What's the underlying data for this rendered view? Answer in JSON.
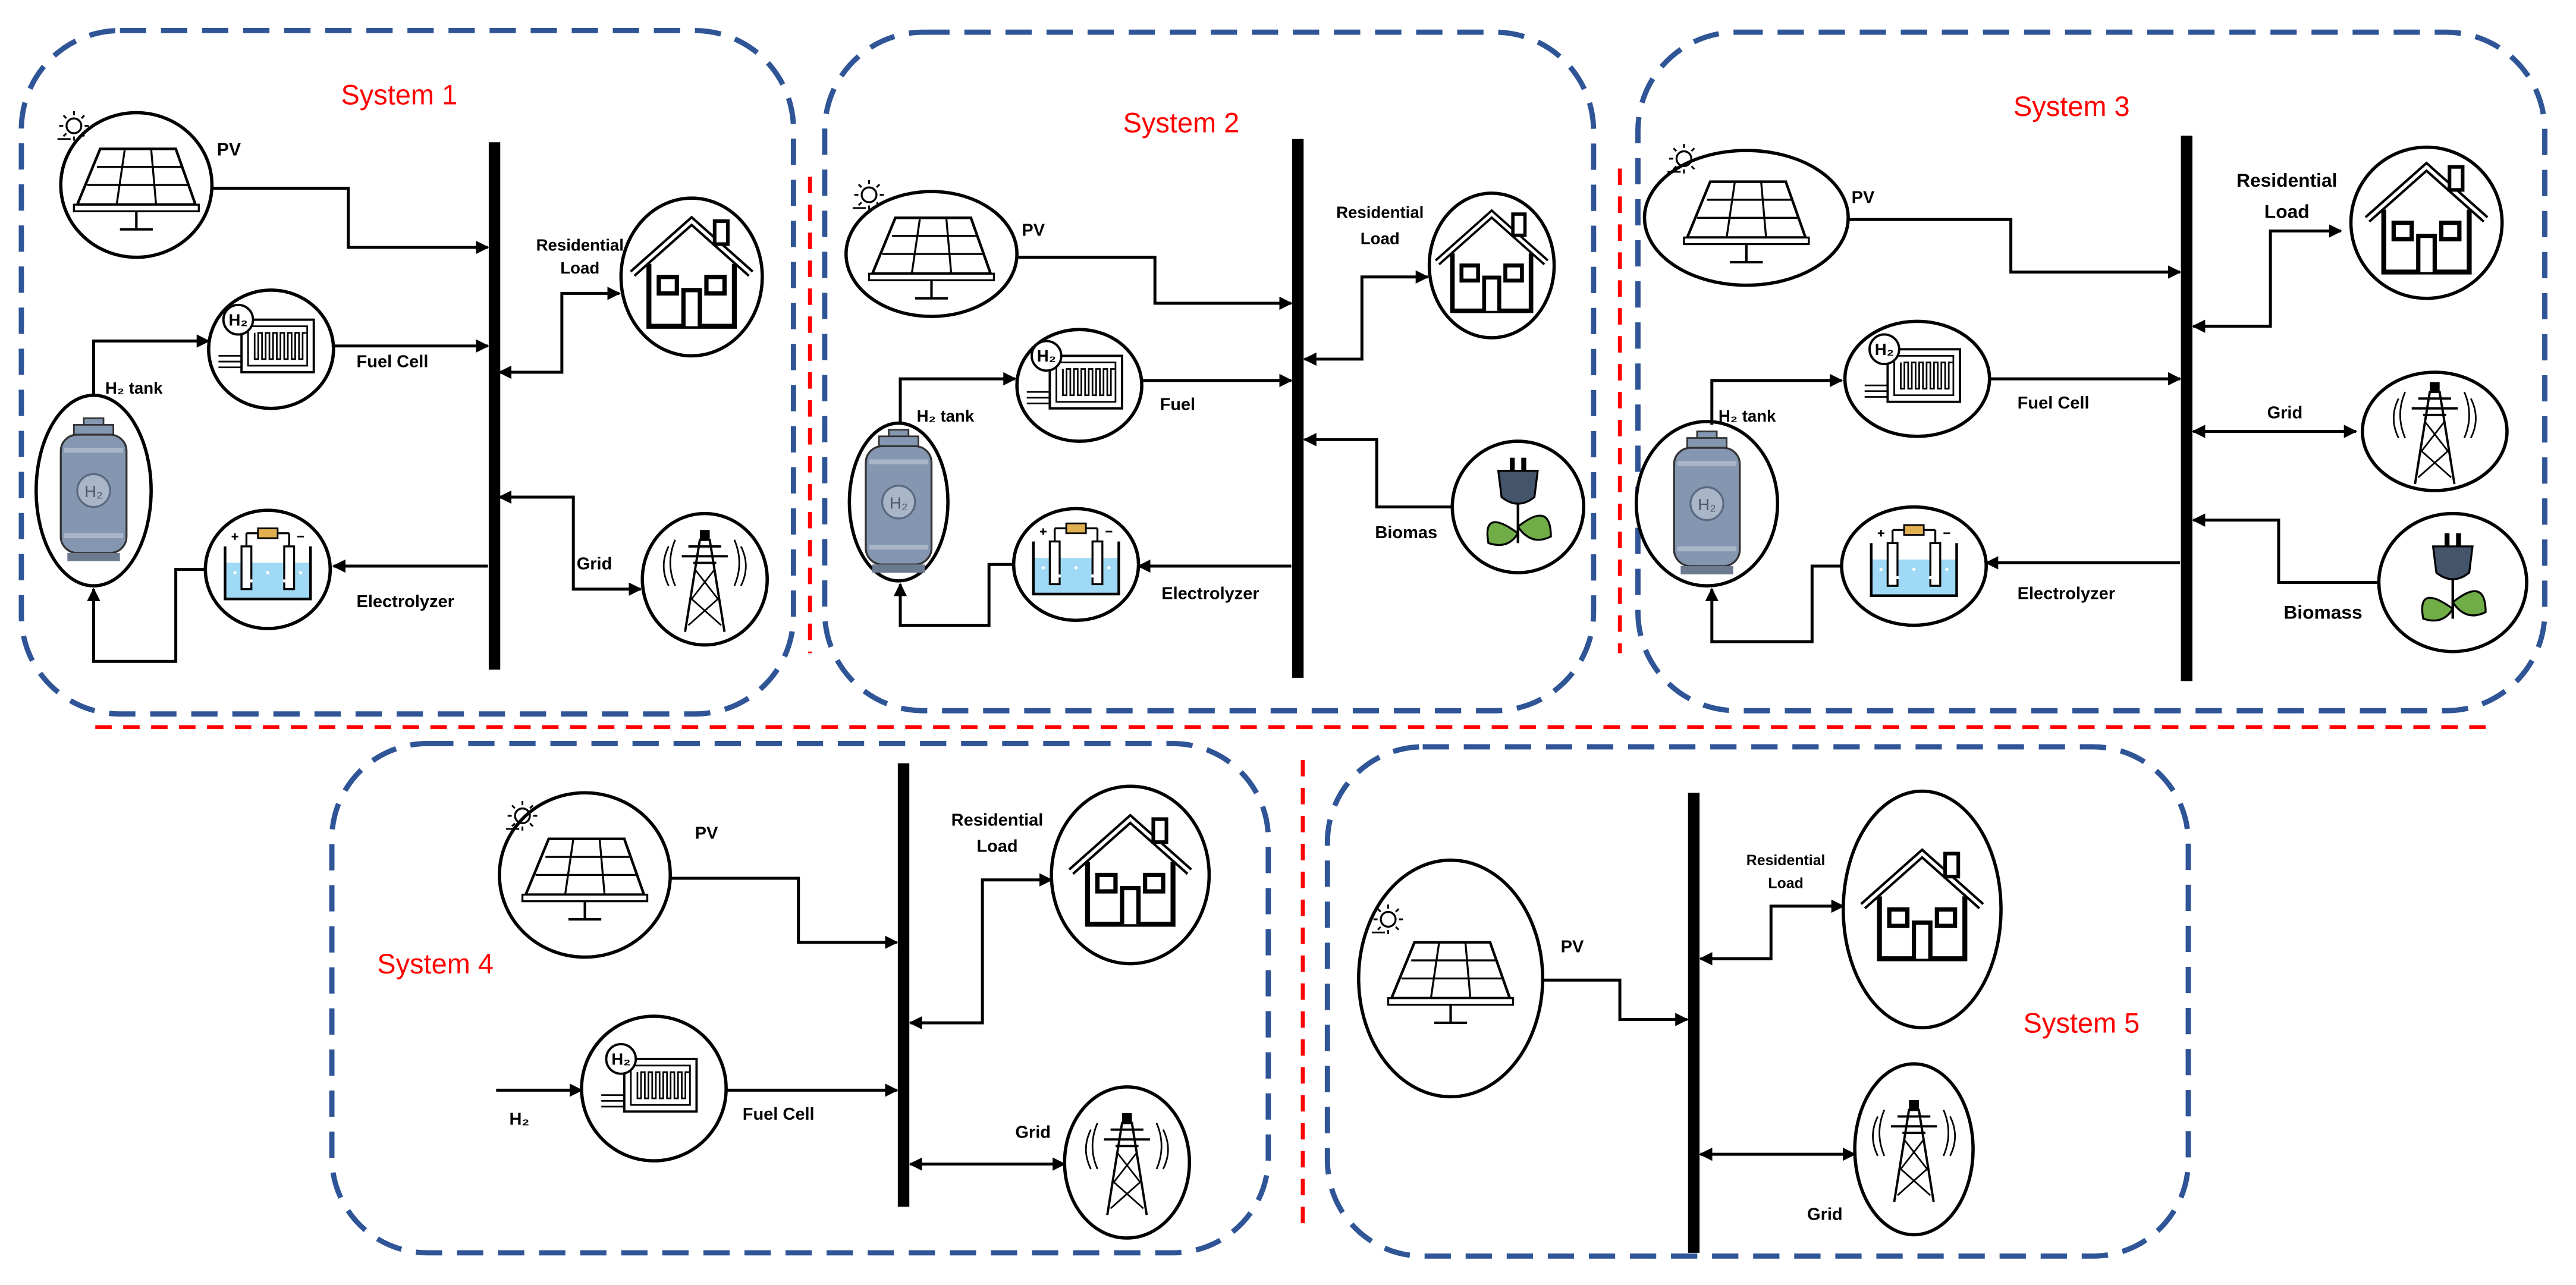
{
  "systems": [
    {
      "title": "System 1",
      "labels": {
        "pv": "PV",
        "fuel_cell": "Fuel  Cell",
        "h2_tank": "H₂ tank",
        "electrolyzer": "Electrolyzer",
        "load_line1": "Residential",
        "load_line2": "Load",
        "grid": "Grid"
      }
    },
    {
      "title": "System 2",
      "labels": {
        "pv": "PV",
        "fuel_cell": "Fuel",
        "h2_tank": "H₂ tank",
        "electrolyzer": "Electrolyzer",
        "load_line1": "Residential",
        "load_line2": "Load",
        "biomass": "Biomas"
      }
    },
    {
      "title": "System 3",
      "labels": {
        "pv": "PV",
        "fuel_cell": "Fuel  Cell",
        "h2_tank": "H₂ tank",
        "electrolyzer": "Electrolyzer",
        "load_line1": "Residential",
        "load_line2": "Load",
        "grid": "Grid",
        "biomass": "Biomass"
      }
    },
    {
      "title": "System 4",
      "labels": {
        "pv": "PV",
        "fuel_cell": "Fuel  Cell",
        "h2_input": "H₂",
        "load_line1": "Residential",
        "load_line2": "Load",
        "grid": "Grid"
      }
    },
    {
      "title": "System 5",
      "labels": {
        "pv": "PV",
        "load_line1": "Residential",
        "load_line2": "Load",
        "grid": "Grid"
      }
    }
  ],
  "icons": {
    "pv": "solar-panel-icon",
    "fuel_cell": "fuel-cell-icon",
    "h2_tank": "hydrogen-tank-icon",
    "electrolyzer": "electrolyzer-icon",
    "load": "house-icon",
    "grid": "transmission-tower-icon",
    "biomass": "biomass-plug-icon"
  },
  "h2_symbol": "H₂",
  "colors": {
    "system_border": "#2f5597",
    "separator": "#ff0000",
    "title": "#ff0000",
    "tank_fill": "#8496b0",
    "water": "#9fd9f5",
    "leaf": "#70ad47",
    "plug": "#44546a"
  }
}
